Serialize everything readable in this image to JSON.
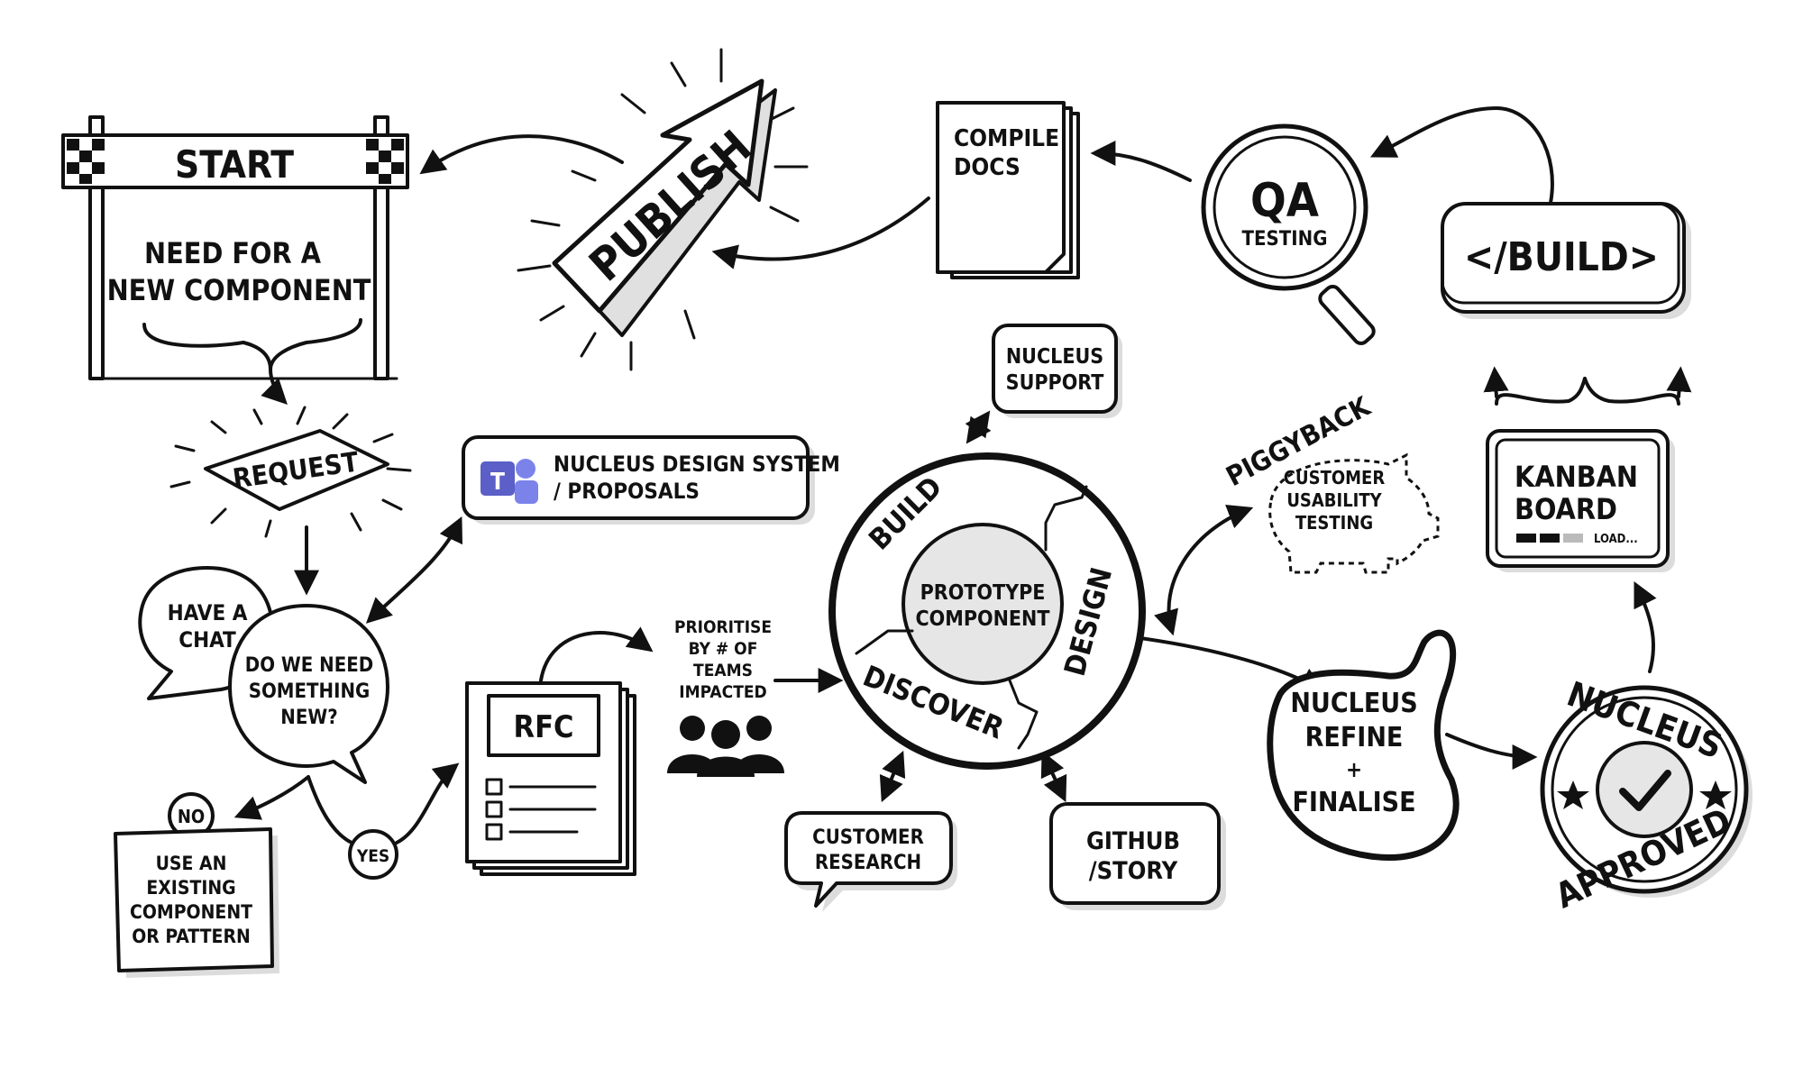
{
  "start": {
    "sign": "START",
    "line1": "NEED FOR A",
    "line2": "NEW COMPONENT"
  },
  "request": {
    "label": "REQUEST"
  },
  "have_a_chat": {
    "line1": "HAVE A",
    "line2": "CHAT"
  },
  "decision": {
    "line1": "DO WE NEED",
    "line2": "SOMETHING",
    "line3": "NEW?"
  },
  "no": {
    "label": "NO"
  },
  "yes": {
    "label": "YES"
  },
  "existing": {
    "line1": "USE AN",
    "line2": "EXISTING",
    "line3": "COMPONENT",
    "line4": "OR PATTERN"
  },
  "teams": {
    "line1": "NUCLEUS DESIGN SYSTEM",
    "line2": "/ PROPOSALS"
  },
  "rfc": {
    "label": "RFC"
  },
  "prioritise": {
    "line1": "PRIORITISE",
    "line2": "BY # OF",
    "line3": "TEAMS",
    "line4": "IMPACTED"
  },
  "cycle": {
    "center1": "PROTOTYPE",
    "center2": "COMPONENT",
    "build": "BUILD",
    "design": "DESIGN",
    "discover": "DISCOVER"
  },
  "nucleus_support": {
    "line1": "NUCLEUS",
    "line2": "SUPPORT"
  },
  "customer_research": {
    "line1": "CUSTOMER",
    "line2": "RESEARCH"
  },
  "github": {
    "line1": "GITHUB",
    "line2": "/STORY"
  },
  "piggyback": {
    "title": "PIGGYBACK",
    "line1": "CUSTOMER",
    "line2": "USABILITY",
    "line3": "TESTING"
  },
  "refine": {
    "line1": "NUCLEUS",
    "line2": "REFINE",
    "line3": "+",
    "line4": "FINALISE"
  },
  "approved": {
    "top": "NUCLEUS",
    "bottom": "APPROVED"
  },
  "kanban": {
    "line1": "KANBAN",
    "line2": "BOARD",
    "loading": "LOAD..."
  },
  "build_tag": {
    "label": "</BUILD>"
  },
  "qa": {
    "title": "QA",
    "subtitle": "TESTING"
  },
  "compile_docs": {
    "line1": "COMPILE",
    "line2": "DOCS"
  },
  "publish": {
    "label": "PUBLISH"
  },
  "colors": {
    "ink": "#111111",
    "teams_brand": "#5b5fc7"
  }
}
